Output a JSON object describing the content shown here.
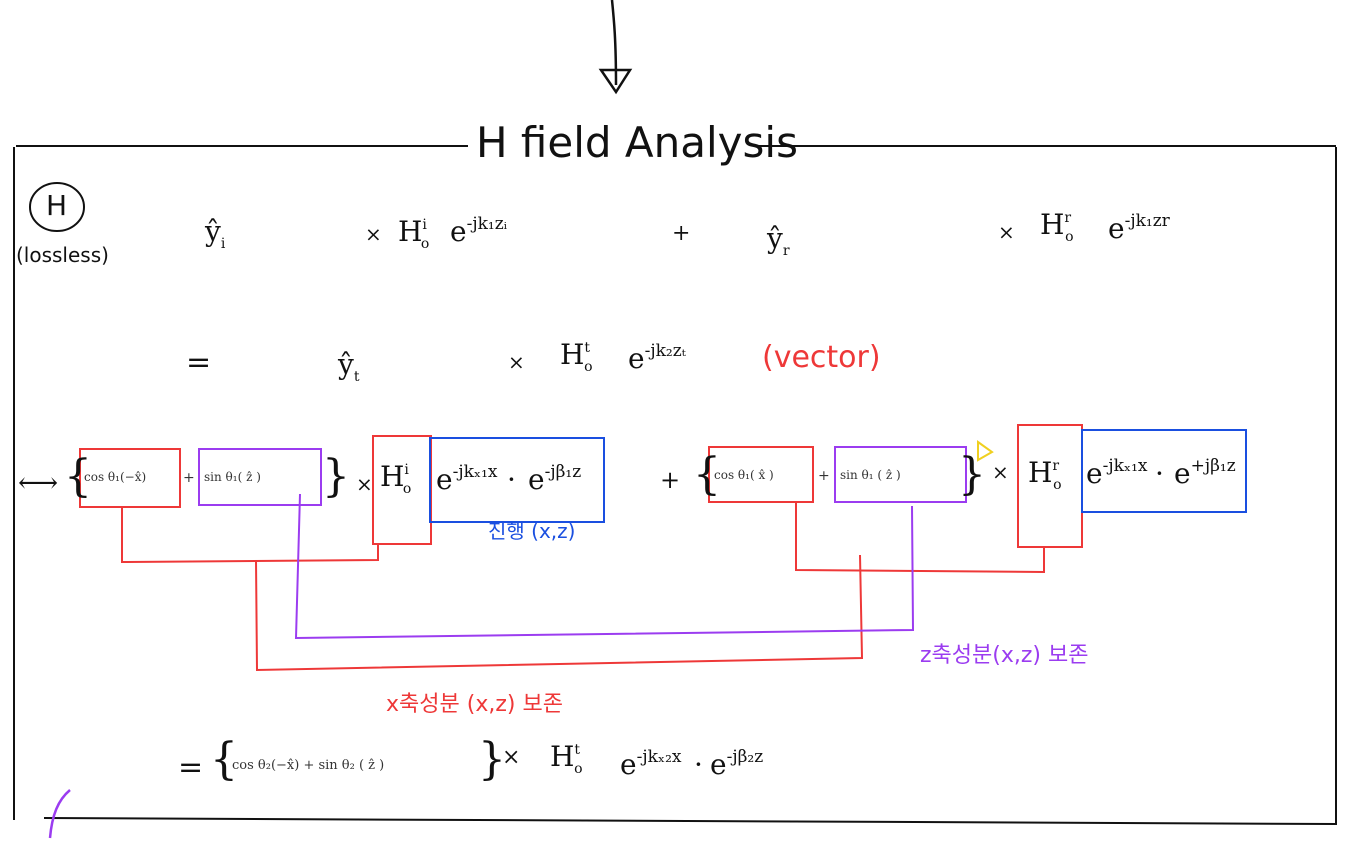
{
  "title": "H field Analysis",
  "circle_label": "H",
  "lossless_label": "(lossless)",
  "line1": {
    "yi": "ŷ",
    "yi_sub": "i",
    "times1": "×",
    "H_base": "H",
    "Hi_sup": "i",
    "H_sub": "o",
    "e1": "e",
    "e1_exp": "-jk₁zᵢ",
    "plus": "+",
    "yr": "ŷ",
    "yr_sub": "r",
    "times2": "×",
    "Hr_sup": "r",
    "e2": "e",
    "e2_exp": "-jk₁zr"
  },
  "line2": {
    "eq": "=",
    "yt": "ŷ",
    "yt_sub": "t",
    "times": "×",
    "H": "H",
    "Ht_sup": "t",
    "H_sub": "o",
    "e": "e",
    "e_exp": "-jk₂zₜ",
    "vector_note": "(vector)"
  },
  "line3": {
    "arrow": "⟷",
    "lbrace": "{",
    "cos1": "cos θ₁(−x̂)",
    "plus_inner": "+",
    "sin1": "sin θ₁( ẑ )",
    "rbrace": "}",
    "times": "×",
    "Hi": "H",
    "Hi_sup": "i",
    "Hi_sub": "o",
    "e_a": "e",
    "e_a_exp": "-jkₓ₁x",
    "dot": "·",
    "e_b": "e",
    "e_b_exp": "-jβ₁z",
    "plus": "+",
    "cos2": "cos θ₁( x̂ )",
    "sin2": "sin θ₁ ( ẑ )",
    "Hr": "H",
    "Hr_sup": "r",
    "Hr_sub": "o",
    "e_c": "e",
    "e_c_exp": "-jkₓ₁x",
    "e_d": "e",
    "e_d_exp": "+jβ₁z",
    "propagation_note": "진행 (x,z)"
  },
  "annotations": {
    "red": "x축성분 (x,z) 보존",
    "purple": "z축성분(x,z) 보존"
  },
  "line4": {
    "eq": "=",
    "lbrace": "{",
    "content": "cos θ₂(−x̂) + sin θ₂ ( ẑ )",
    "rbrace": "}",
    "times": "×",
    "H": "H",
    "Ht_sup": "t",
    "H_sub": "o",
    "e1": "e",
    "e1_exp": "-jkₓ₂x",
    "dot": "·",
    "e2": "e",
    "e2_exp": "-jβ₂z"
  },
  "colors": {
    "ink": "#111111",
    "red": "#ee3838",
    "purple": "#9b3cf0",
    "blue": "#1a4fe0",
    "yellow": "#f0d020"
  }
}
